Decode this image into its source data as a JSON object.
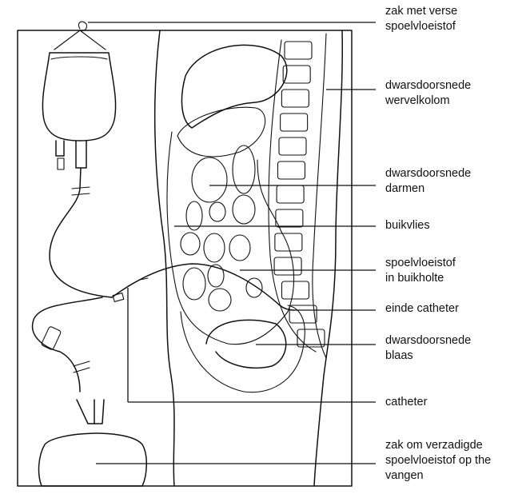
{
  "labels": {
    "fresh_bag": [
      "zak met verse",
      "spoelvloeistof"
    ],
    "spine": [
      "dwarsdoorsnede",
      "wervelkolom"
    ],
    "intestines": [
      "dwarsdoorsnede",
      "darmen"
    ],
    "peritoneum": [
      "buikvlies"
    ],
    "fluid": [
      "spoelvloeistof",
      "in buikholte"
    ],
    "catheter_end": [
      "einde catheter"
    ],
    "bladder": [
      "dwarsdoorsnede",
      "blaas"
    ],
    "catheter": [
      "catheter"
    ],
    "drain_bag": [
      "zak om verzadigde",
      "spoelvloeistof op the",
      "vangen"
    ]
  },
  "colors": {
    "ink": "#111111",
    "background": "#ffffff"
  }
}
